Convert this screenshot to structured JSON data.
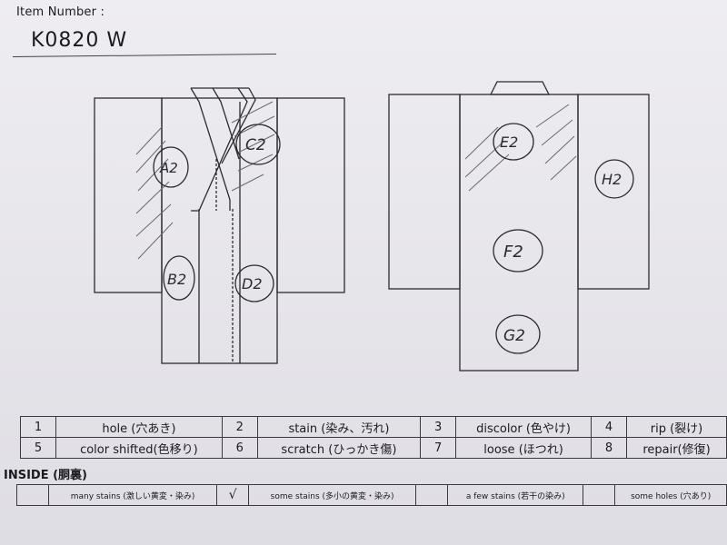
{
  "header": {
    "item_number_label": "Item Number :",
    "item_number_value": "K0820  W"
  },
  "diagram": {
    "front_marks": [
      "A2",
      "C2",
      "B2",
      "D2"
    ],
    "back_marks": [
      "E2",
      "H2",
      "F2",
      "G2"
    ]
  },
  "legend": {
    "rows": [
      [
        {
          "num": "1",
          "label": "hole (穴あき)"
        },
        {
          "num": "2",
          "label": "stain (染み、汚れ)"
        },
        {
          "num": "3",
          "label": "discolor (色やけ)"
        },
        {
          "num": "4",
          "label": "rip (裂け)"
        }
      ],
      [
        {
          "num": "5",
          "label": "color shifted(色移り)"
        },
        {
          "num": "6",
          "label": "scratch (ひっかき傷)"
        },
        {
          "num": "7",
          "label": "loose (ほつれ)"
        },
        {
          "num": "8",
          "label": "repair(修復)"
        }
      ]
    ]
  },
  "inside": {
    "label": "INSIDE (胴裏)",
    "options": [
      {
        "check": "",
        "label": "many stains (激しい黄変・染み)"
      },
      {
        "check": "√",
        "label": "some stains (多小の黄変・染み)"
      },
      {
        "check": "",
        "label": "a few stains (若干の染み)"
      },
      {
        "check": "",
        "label": "some holes (穴あり)"
      }
    ]
  }
}
